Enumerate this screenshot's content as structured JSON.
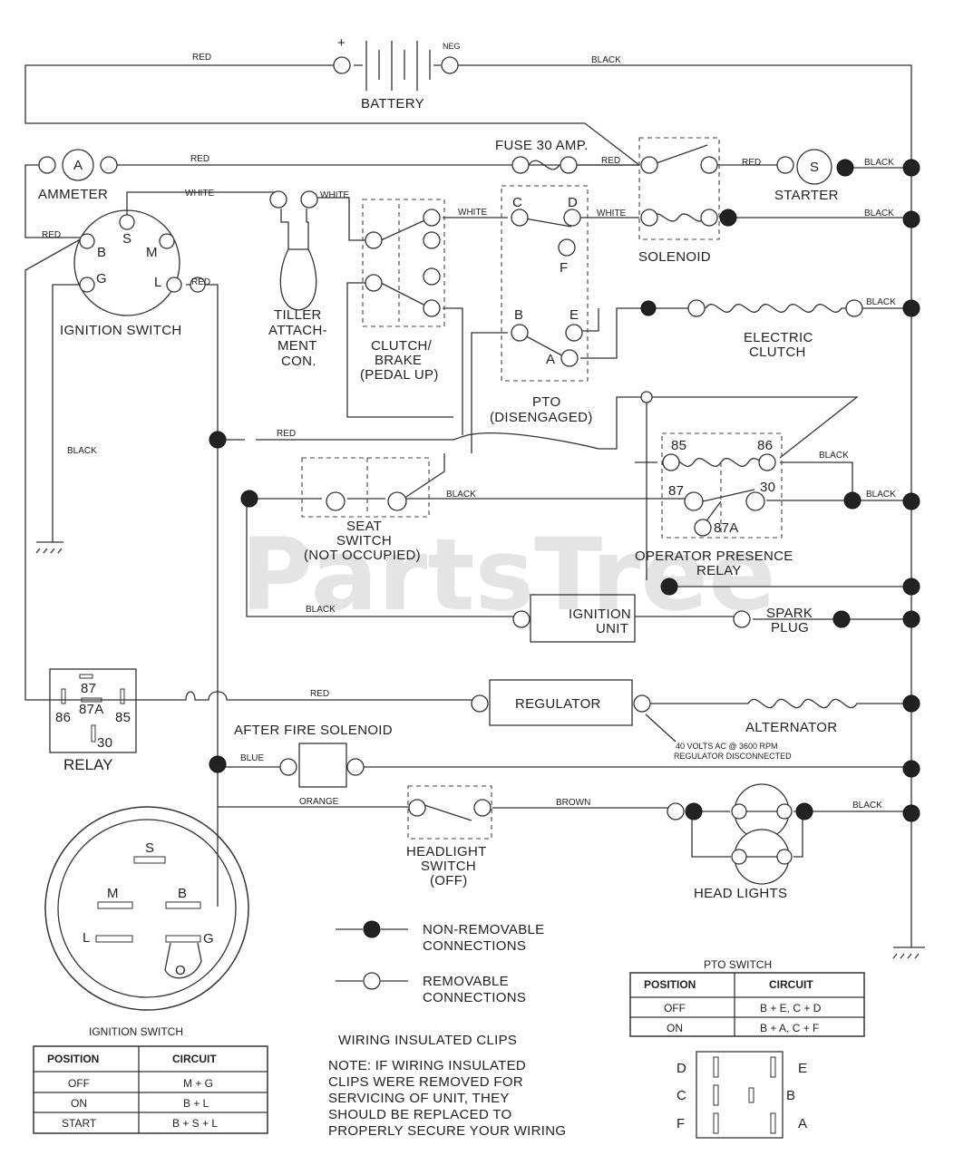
{
  "watermark": "PartsTree",
  "components": {
    "battery": "BATTERY",
    "battery_plus": "+",
    "battery_minus": "NEG",
    "ammeter": "AMMETER",
    "ammeter_symbol": "A",
    "fuse": "FUSE 30 AMP.",
    "solenoid": "SOLENOID",
    "starter": "STARTER",
    "starter_symbol": "S",
    "ignition_switch": "IGNITION SWITCH",
    "tiller_l1": "TILLER",
    "tiller_l2": "ATTACH-",
    "tiller_l3": "MENT",
    "tiller_l4": "CON.",
    "clutch_l1": "CLUTCH/",
    "clutch_l2": "BRAKE",
    "clutch_l3": "(PEDAL UP)",
    "pto_l1": "PTO",
    "pto_l2": "(DISENGAGED)",
    "electric_clutch_l1": "ELECTRIC",
    "electric_clutch_l2": "CLUTCH",
    "seat_l1": "SEAT",
    "seat_l2": "SWITCH",
    "seat_l3": "(NOT OCCUPIED)",
    "opr_l1": "OPERATOR PRESENCE",
    "opr_l2": "RELAY",
    "ignition_unit_l1": "IGNITION",
    "ignition_unit_l2": "UNIT",
    "spark_l1": "SPARK",
    "spark_l2": "PLUG",
    "regulator": "REGULATOR",
    "alternator": "ALTERNATOR",
    "alt_note_l1": "40 VOLTS AC @ 3600 RPM",
    "alt_note_l2": "REGULATOR DISCONNECTED",
    "after_fire": "AFTER FIRE SOLENOID",
    "headlight_sw_l1": "HEADLIGHT",
    "headlight_sw_l2": "SWITCH",
    "headlight_sw_l3": "(OFF)",
    "head_lights": "HEAD LIGHTS",
    "relay": "RELAY"
  },
  "terminals": {
    "ign_b": "B",
    "ign_s": "S",
    "ign_m": "M",
    "ign_g": "G",
    "ign_l": "L",
    "pto_c": "C",
    "pto_d": "D",
    "pto_f": "F",
    "pto_b": "B",
    "pto_e": "E",
    "pto_a": "A",
    "r85a": "85",
    "r86": "86",
    "r87": "87",
    "r30": "30",
    "r87a": "87A",
    "relay_87": "87",
    "relay_87a": "87A",
    "relay_86": "86",
    "relay_85": "85",
    "relay_30": "30",
    "sw_s": "S",
    "sw_m": "M",
    "sw_b": "B",
    "sw_l": "L",
    "sw_g": "G",
    "sw_o": "O"
  },
  "wire_labels": {
    "red_batt": "RED",
    "black_batt": "BLACK",
    "red_amm": "RED",
    "white_ign": "WHITE",
    "white_tiller": "WHITE",
    "white_pto": "WHITE",
    "red_fuse": "RED",
    "white_sol": "WHITE",
    "red_starter": "RED",
    "black_starter": "BLACK",
    "black_sol": "BLACK",
    "red_ign": "RED",
    "red_l": "RED",
    "black_ground": "BLACK",
    "black_clutch": "BLACK",
    "red_mid": "RED",
    "black_seat": "BLACK",
    "black_relay_top": "BLACK",
    "black_relay": "BLACK",
    "black_ign_unit": "BLACK",
    "red_reg": "RED",
    "blue": "BLUE",
    "orange": "ORANGE",
    "brown": "BROWN",
    "black_head": "BLACK"
  },
  "legend": {
    "non_removable_l1": "NON-REMOVABLE",
    "non_removable_l2": "CONNECTIONS",
    "removable_l1": "REMOVABLE",
    "removable_l2": "CONNECTIONS"
  },
  "note": {
    "title": "WIRING INSULATED CLIPS",
    "l1": "NOTE: IF WIRING INSULATED",
    "l2": "CLIPS WERE REMOVED FOR",
    "l3": "SERVICING OF UNIT, THEY",
    "l4": "SHOULD BE REPLACED TO",
    "l5": "PROPERLY SECURE YOUR WIRING"
  },
  "ignition_table": {
    "title": "IGNITION SWITCH",
    "headers": [
      "POSITION",
      "CIRCUIT"
    ],
    "rows": [
      [
        "OFF",
        "M + G"
      ],
      [
        "ON",
        "B + L"
      ],
      [
        "START",
        "B + S + L"
      ]
    ]
  },
  "pto_table": {
    "title": "PTO SWITCH",
    "headers": [
      "POSITION",
      "CIRCUIT"
    ],
    "rows": [
      [
        "OFF",
        "B + E, C + D"
      ],
      [
        "ON",
        "B + A, C + F"
      ]
    ]
  },
  "pto_connector": {
    "d": "D",
    "c": "C",
    "f": "F",
    "e": "E",
    "b": "B",
    "a": "A"
  }
}
